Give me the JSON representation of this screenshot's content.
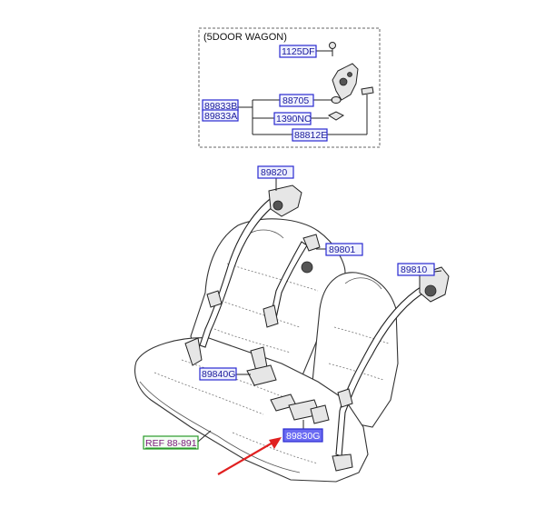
{
  "inset": {
    "caption": "(5DOOR WAGON)",
    "labels": {
      "l1125DF": "1125DF",
      "l88705": "88705",
      "l89833B": "89833B",
      "l89833A": "89833A",
      "l1390NC": "1390NC",
      "l88812E": "88812E"
    }
  },
  "main": {
    "labels": {
      "l89820": "89820",
      "l89801": "89801",
      "l89810": "89810",
      "l89840G": "89840G",
      "l89830G": "89830G"
    },
    "ref": "REF 88-891"
  },
  "colors": {
    "label_text": "#1a1a9a",
    "label_border": "#2a2ad0",
    "highlight_fill": "#6a6af2",
    "arrow": "#e02020",
    "ref_text": "#7a167a",
    "ref_underline": "#2a9a2a"
  }
}
